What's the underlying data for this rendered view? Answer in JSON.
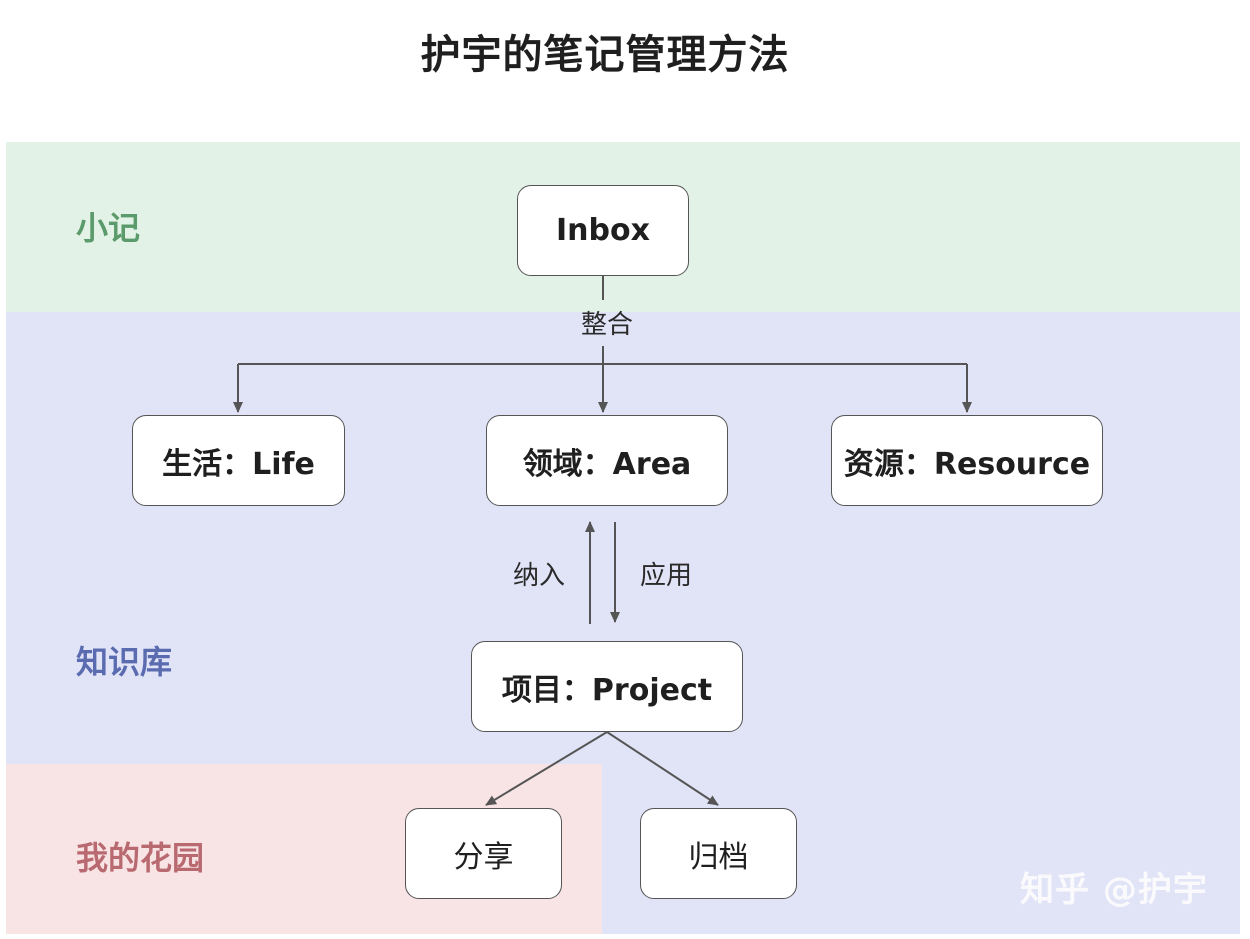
{
  "title": "护宇的笔记管理方法",
  "bands": [
    {
      "id": "xiaoji",
      "label": "小记",
      "color": "#5b9a6a",
      "fill": "#e3f2e6"
    },
    {
      "id": "knowledge_base",
      "label": "知识库",
      "color": "#5b6bb0",
      "fill": "#e1e4f7"
    },
    {
      "id": "my_garden",
      "label": "我的花园",
      "color": "#b96a70",
      "fill": "#f8e3e5"
    }
  ],
  "nodes": {
    "inbox": "Inbox",
    "life": "生活：Life",
    "area": "领域：Area",
    "resource": "资源：Resource",
    "project": "项目：Project",
    "share": "分享",
    "archive": "归档"
  },
  "edge_labels": {
    "integrate": "整合",
    "include": "纳入",
    "apply": "应用"
  },
  "edges": [
    {
      "from": "inbox",
      "to": "life",
      "label": "整合"
    },
    {
      "from": "inbox",
      "to": "area",
      "label": "整合"
    },
    {
      "from": "inbox",
      "to": "resource",
      "label": "整合"
    },
    {
      "from": "project",
      "to": "area",
      "label": "纳入"
    },
    {
      "from": "area",
      "to": "project",
      "label": "应用"
    },
    {
      "from": "project",
      "to": "share"
    },
    {
      "from": "project",
      "to": "archive"
    }
  ],
  "watermark": "知乎 @护宇",
  "colors": {
    "edge": "#555555",
    "node_border": "#555555"
  }
}
